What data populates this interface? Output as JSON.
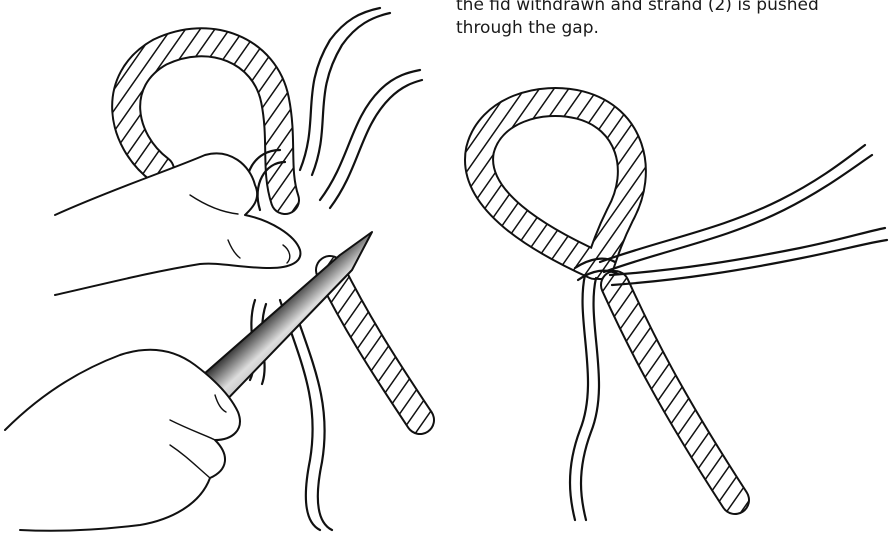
{
  "caption": {
    "line1": "the fid withdrawn and strand (2) is pushed",
    "line2": "through the gap."
  },
  "illustrations": {
    "left": "hands-inserting-fid-into-rope-splice",
    "right": "completed-tuck-eye-splice"
  },
  "colors": {
    "ink": "#111111",
    "background": "#ffffff"
  }
}
